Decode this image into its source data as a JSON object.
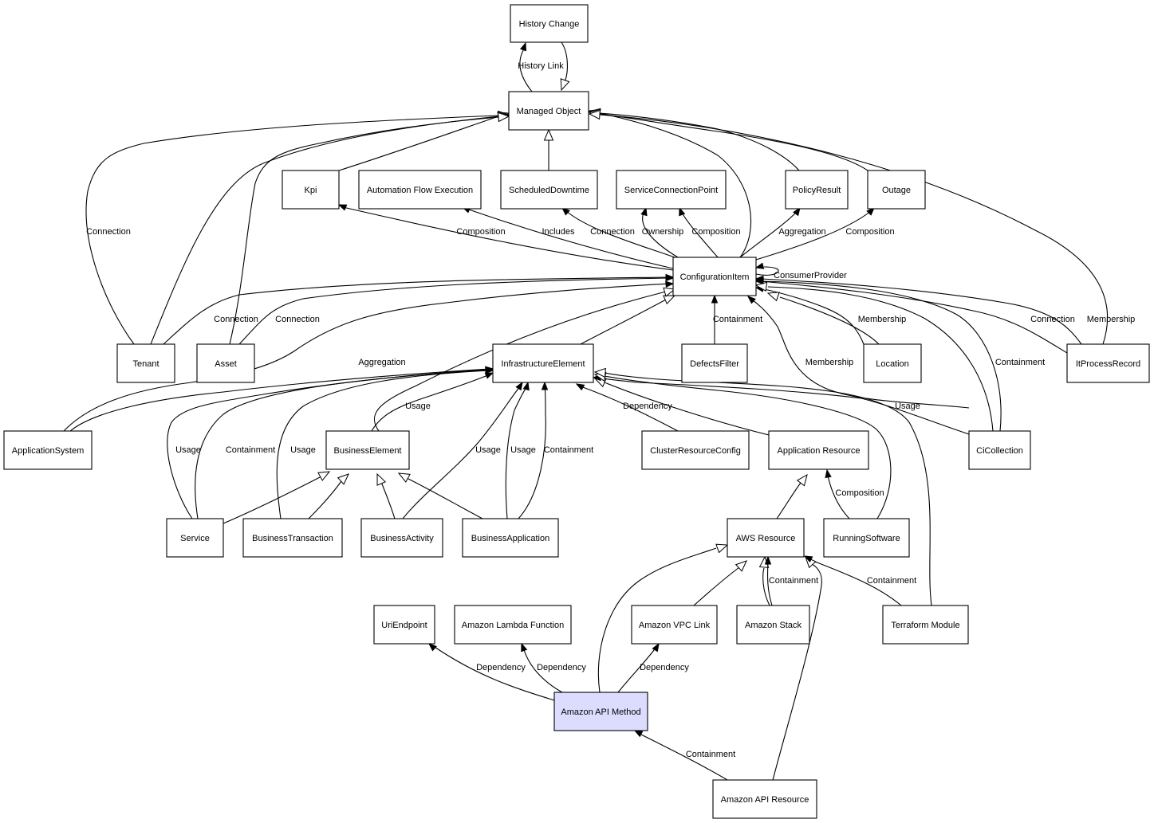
{
  "colors": {
    "highlight_fill": "#dcdcff",
    "line": "#000000",
    "background": "#ffffff"
  },
  "nodes": [
    {
      "id": "history-change",
      "label": "History Change"
    },
    {
      "id": "managed-object",
      "label": "Managed Object"
    },
    {
      "id": "kpi",
      "label": "Kpi"
    },
    {
      "id": "automation-flow-execution",
      "label": "Automation Flow Execution"
    },
    {
      "id": "scheduled-downtime",
      "label": "ScheduledDowntime"
    },
    {
      "id": "service-connection-point",
      "label": "ServiceConnectionPoint"
    },
    {
      "id": "policy-result",
      "label": "PolicyResult"
    },
    {
      "id": "outage",
      "label": "Outage"
    },
    {
      "id": "configuration-item",
      "label": "ConfigurationItem"
    },
    {
      "id": "tenant",
      "label": "Tenant"
    },
    {
      "id": "asset",
      "label": "Asset"
    },
    {
      "id": "infrastructure-element",
      "label": "InfrastructureElement"
    },
    {
      "id": "defects-filter",
      "label": "DefectsFilter"
    },
    {
      "id": "location",
      "label": "Location"
    },
    {
      "id": "it-process-record",
      "label": "ItProcessRecord"
    },
    {
      "id": "application-system",
      "label": "ApplicationSystem"
    },
    {
      "id": "business-element",
      "label": "BusinessElement"
    },
    {
      "id": "cluster-resource-config",
      "label": "ClusterResourceConfig"
    },
    {
      "id": "application-resource",
      "label": "Application Resource"
    },
    {
      "id": "ci-collection",
      "label": "CiCollection"
    },
    {
      "id": "service",
      "label": "Service"
    },
    {
      "id": "business-transaction",
      "label": "BusinessTransaction"
    },
    {
      "id": "business-activity",
      "label": "BusinessActivity"
    },
    {
      "id": "business-application",
      "label": "BusinessApplication"
    },
    {
      "id": "aws-resource",
      "label": "AWS Resource"
    },
    {
      "id": "running-software",
      "label": "RunningSoftware"
    },
    {
      "id": "uri-endpoint",
      "label": "UriEndpoint"
    },
    {
      "id": "amazon-lambda-function",
      "label": "Amazon Lambda Function"
    },
    {
      "id": "amazon-vpc-link",
      "label": "Amazon VPC Link"
    },
    {
      "id": "amazon-stack",
      "label": "Amazon Stack"
    },
    {
      "id": "terraform-module",
      "label": "Terraform Module"
    },
    {
      "id": "amazon-api-method",
      "label": "Amazon API Method",
      "highlighted": true
    },
    {
      "id": "amazon-api-resource",
      "label": "Amazon API Resource"
    }
  ],
  "edges": [
    {
      "id": "e1",
      "label": "History Link",
      "from": "managed-object",
      "to": "history-change",
      "arrow": "filled"
    },
    {
      "id": "e2",
      "label": "",
      "from": "history-change",
      "to": "managed-object",
      "arrow": "hollow"
    },
    {
      "id": "e3",
      "label": "",
      "from": "kpi",
      "to": "managed-object",
      "arrow": "hollow"
    },
    {
      "id": "e4",
      "label": "",
      "from": "scheduled-downtime",
      "to": "managed-object",
      "arrow": "hollow"
    },
    {
      "id": "e5",
      "label": "",
      "from": "configuration-item",
      "to": "managed-object",
      "arrow": "hollow"
    },
    {
      "id": "e6",
      "label": "",
      "from": "policy-result",
      "to": "managed-object",
      "arrow": "hollow"
    },
    {
      "id": "e7",
      "label": "",
      "from": "outage",
      "to": "managed-object",
      "arrow": "hollow"
    },
    {
      "id": "e8",
      "label": "",
      "from": "it-process-record",
      "to": "managed-object",
      "arrow": "hollow"
    },
    {
      "id": "e9",
      "label": "Connection",
      "from": "tenant",
      "to": "managed-object",
      "arrow": "hollow"
    },
    {
      "id": "e10",
      "label": "",
      "from": "tenant",
      "to": "managed-object",
      "arrow": "hollow"
    },
    {
      "id": "e11",
      "label": "",
      "from": "asset",
      "to": "managed-object",
      "arrow": "hollow"
    },
    {
      "id": "e12",
      "label": "Composition",
      "from": "configuration-item",
      "to": "kpi",
      "arrow": "filled"
    },
    {
      "id": "e13",
      "label": "Includes",
      "from": "configuration-item",
      "to": "automation-flow-execution",
      "arrow": "filled"
    },
    {
      "id": "e14",
      "label": "Connection",
      "from": "configuration-item",
      "to": "service-connection-point",
      "arrow": "filled"
    },
    {
      "id": "e15",
      "label": "Ownership",
      "from": "configuration-item",
      "to": "service-connection-point",
      "arrow": "filled"
    },
    {
      "id": "e16",
      "label": "Composition",
      "from": "configuration-item",
      "to": "service-connection-point",
      "arrow": "filled"
    },
    {
      "id": "e17",
      "label": "Aggregation",
      "from": "configuration-item",
      "to": "policy-result",
      "arrow": "filled"
    },
    {
      "id": "e18",
      "label": "Composition",
      "from": "configuration-item",
      "to": "outage",
      "arrow": "filled"
    },
    {
      "id": "e19",
      "label": "ConsumerProvider",
      "from": "configuration-item",
      "to": "configuration-item",
      "arrow": "filled"
    },
    {
      "id": "e20",
      "label": "Connection",
      "from": "tenant",
      "to": "configuration-item",
      "arrow": "filled"
    },
    {
      "id": "e21",
      "label": "Connection",
      "from": "asset",
      "to": "configuration-item",
      "arrow": "filled"
    },
    {
      "id": "e22",
      "label": "Aggregation",
      "from": "application-system",
      "to": "configuration-item",
      "arrow": "filled"
    },
    {
      "id": "e23",
      "label": "",
      "from": "application-system",
      "to": "infrastructure-element",
      "arrow": "filled"
    },
    {
      "id": "e24",
      "label": "",
      "from": "infrastructure-element",
      "to": "configuration-item",
      "arrow": "hollow"
    },
    {
      "id": "e25",
      "label": "",
      "from": "business-element",
      "to": "configuration-item",
      "arrow": "hollow"
    },
    {
      "id": "e26",
      "label": "Containment",
      "from": "defects-filter",
      "to": "configuration-item",
      "arrow": "filled"
    },
    {
      "id": "e27",
      "label": "Membership",
      "from": "location",
      "to": "configuration-item",
      "arrow": "filled"
    },
    {
      "id": "e28",
      "label": "",
      "from": "location",
      "to": "configuration-item",
      "arrow": "hollow"
    },
    {
      "id": "e29",
      "label": "Membership",
      "from": "ci-collection",
      "to": "configuration-item",
      "arrow": "filled"
    },
    {
      "id": "e30",
      "label": "Containment",
      "from": "ci-collection",
      "to": "configuration-item",
      "arrow": "filled"
    },
    {
      "id": "e31",
      "label": "",
      "from": "ci-collection",
      "to": "configuration-item",
      "arrow": "hollow"
    },
    {
      "id": "e32",
      "label": "Connection",
      "from": "it-process-record",
      "to": "configuration-item",
      "arrow": "filled"
    },
    {
      "id": "e33",
      "label": "Membership",
      "from": "it-process-record",
      "to": "configuration-item",
      "arrow": "filled"
    },
    {
      "id": "e34",
      "label": "Usage",
      "from": "business-element",
      "to": "infrastructure-element",
      "arrow": "filled"
    },
    {
      "id": "e35",
      "label": "Usage",
      "from": "service",
      "to": "infrastructure-element",
      "arrow": "filled"
    },
    {
      "id": "e36",
      "label": "Containment",
      "from": "service",
      "to": "infrastructure-element",
      "arrow": "filled"
    },
    {
      "id": "e37",
      "label": "Usage",
      "from": "business-transaction",
      "to": "infrastructure-element",
      "arrow": "filled"
    },
    {
      "id": "e38",
      "label": "Usage",
      "from": "business-activity",
      "to": "infrastructure-element",
      "arrow": "filled"
    },
    {
      "id": "e39",
      "label": "Usage",
      "from": "business-application",
      "to": "infrastructure-element",
      "arrow": "filled"
    },
    {
      "id": "e40",
      "label": "Containment",
      "from": "business-application",
      "to": "infrastructure-element",
      "arrow": "filled"
    },
    {
      "id": "e41",
      "label": "Dependency",
      "from": "cluster-resource-config",
      "to": "infrastructure-element",
      "arrow": "filled"
    },
    {
      "id": "e42",
      "label": "",
      "from": "application-resource",
      "to": "infrastructure-element",
      "arrow": "hollow"
    },
    {
      "id": "e43",
      "label": "Usage",
      "from": "ci-collection",
      "to": "infrastructure-element",
      "arrow": "filled"
    },
    {
      "id": "e44",
      "label": "",
      "from": "running-software",
      "to": "infrastructure-element",
      "arrow": "hollow"
    },
    {
      "id": "e45",
      "label": "",
      "from": "terraform-module",
      "to": "infrastructure-element",
      "arrow": "hollow"
    },
    {
      "id": "e46",
      "label": "",
      "from": "service",
      "to": "business-element",
      "arrow": "hollow"
    },
    {
      "id": "e47",
      "label": "",
      "from": "business-transaction",
      "to": "business-element",
      "arrow": "hollow"
    },
    {
      "id": "e48",
      "label": "",
      "from": "business-activity",
      "to": "business-element",
      "arrow": "hollow"
    },
    {
      "id": "e49",
      "label": "",
      "from": "business-application",
      "to": "business-element",
      "arrow": "hollow"
    },
    {
      "id": "e50",
      "label": "",
      "from": "aws-resource",
      "to": "application-resource",
      "arrow": "hollow"
    },
    {
      "id": "e51",
      "label": "Composition",
      "from": "running-software",
      "to": "application-resource",
      "arrow": "filled"
    },
    {
      "id": "e52",
      "label": "",
      "from": "amazon-api-method",
      "to": "aws-resource",
      "arrow": "hollow"
    },
    {
      "id": "e53",
      "label": "",
      "from": "amazon-vpc-link",
      "to": "aws-resource",
      "arrow": "hollow"
    },
    {
      "id": "e54",
      "label": "",
      "from": "amazon-stack",
      "to": "aws-resource",
      "arrow": "hollow"
    },
    {
      "id": "e55",
      "label": "Containment",
      "from": "amazon-stack",
      "to": "aws-resource",
      "arrow": "filled"
    },
    {
      "id": "e56",
      "label": "",
      "from": "amazon-api-resource",
      "to": "aws-resource",
      "arrow": "hollow"
    },
    {
      "id": "e57",
      "label": "Containment",
      "from": "terraform-module",
      "to": "aws-resource",
      "arrow": "filled"
    },
    {
      "id": "e58",
      "label": "Dependency",
      "from": "amazon-api-method",
      "to": "uri-endpoint",
      "arrow": "filled"
    },
    {
      "id": "e59",
      "label": "Dependency",
      "from": "amazon-api-method",
      "to": "amazon-lambda-function",
      "arrow": "filled"
    },
    {
      "id": "e60",
      "label": "Dependency",
      "from": "amazon-api-method",
      "to": "amazon-vpc-link",
      "arrow": "filled"
    },
    {
      "id": "e61",
      "label": "Containment",
      "from": "amazon-api-resource",
      "to": "amazon-api-method",
      "arrow": "filled"
    }
  ]
}
